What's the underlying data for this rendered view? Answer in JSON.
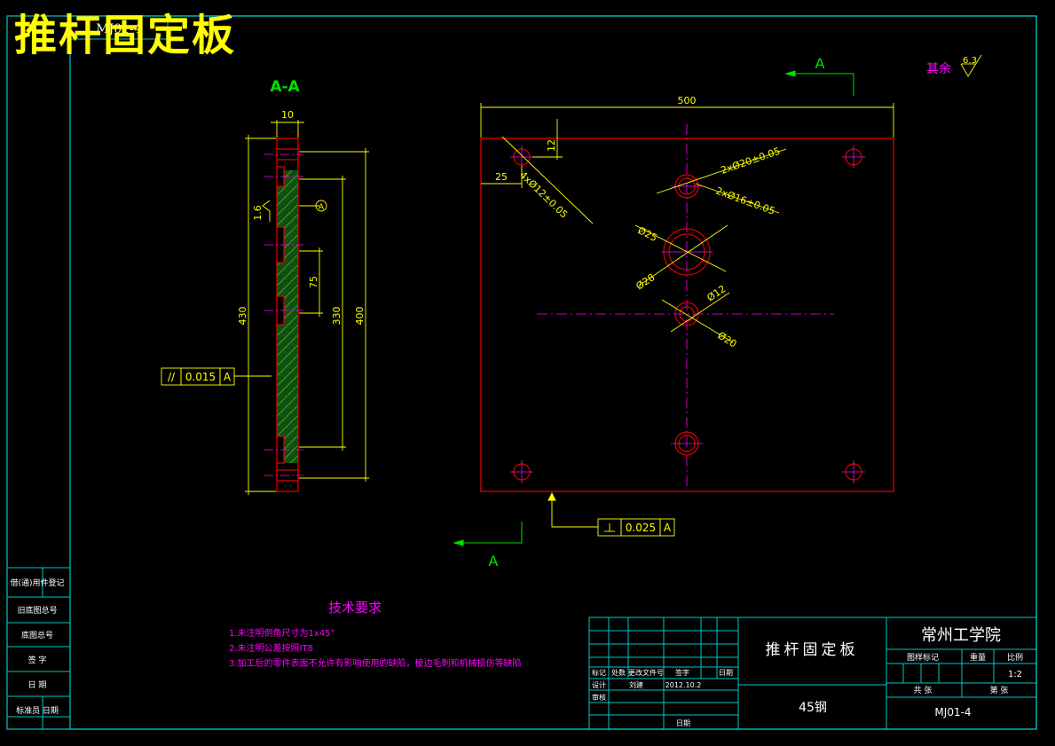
{
  "overlay_title": "推杆固定板",
  "drawing_code_top": "MJ01-4",
  "section": {
    "label": "A-A",
    "arrow_label": "A"
  },
  "roughness_note": {
    "label": "其余",
    "value": "6.3"
  },
  "section_view": {
    "dim_width": "10",
    "dim_430": "430",
    "dim_400": "400",
    "dim_330": "330",
    "dim_75": "75",
    "roughness": "1.6",
    "datum": "A",
    "parallelism": {
      "symbol": "//",
      "value": "0.015",
      "datum": "A"
    }
  },
  "plan_view": {
    "dim_500": "500",
    "dim_12": "12",
    "dim_25": "25",
    "hole_4x": "4xØ12±0.05",
    "hole_2x20": "2xØ20±0.05",
    "hole_2x16": "2xØ16±0.05",
    "dia_25": "Ø25",
    "dia_28": "Ø28",
    "dia_12": "Ø12",
    "dia_20": "Ø20",
    "perpendicularity": {
      "value": "0.025",
      "datum": "A"
    }
  },
  "tech_requirements": {
    "title": "技术要求",
    "items": [
      "1.未注明倒角尺寸为1x45°",
      "2.未注明公差按照IT8",
      "3.加工后的零件表面不允许有影响使用的缺陷，棱边毛刺和机械损伤等缺陷"
    ]
  },
  "left_strip": [
    "借(通)用件登记",
    "旧底图总号",
    "底图总号",
    "签  字",
    "日  期",
    "标准员  日期"
  ],
  "title_block": {
    "part_name": "推杆固定板",
    "school": "常州工学院",
    "material": "45钢",
    "drawing_number": "MJ01-4",
    "scale": "1:2",
    "headers": {
      "stage_mark": "图样标记",
      "weight": "重量",
      "ratio": "比例",
      "sheet_total": "共  张",
      "sheet_no": "第  张"
    },
    "rev_headers": [
      "标记",
      "处数",
      "更改文件号",
      "签字",
      "日期"
    ],
    "design_label": "设计",
    "designer": "刘建",
    "design_date": "2012.10.2",
    "review_label": "审核",
    "date_label": "日期"
  },
  "colors": {
    "border": "#00c8c8",
    "outline": "#e00000",
    "dimension": "#ffff00",
    "centerline": "#ff00ff",
    "section_label": "#00e000",
    "hatch": "#1a9a1a"
  }
}
